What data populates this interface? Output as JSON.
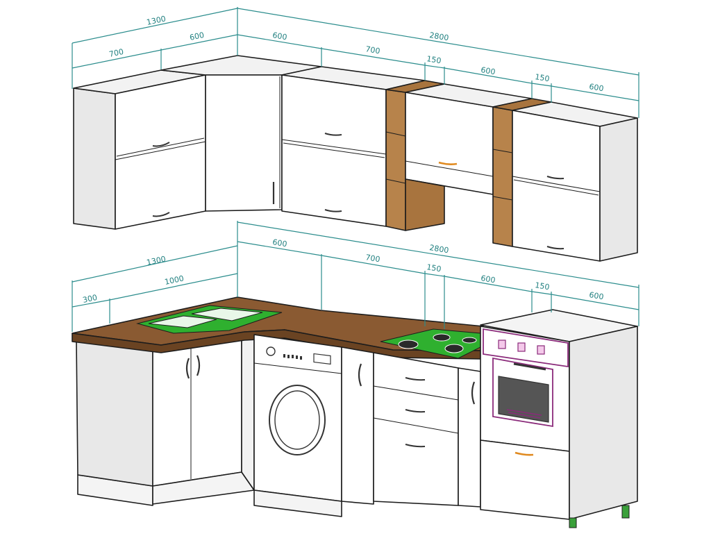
{
  "colors": {
    "dimension": "#2a8c8c",
    "cabinet_face": "#ffffff",
    "cabinet_side": "#e6e6e6",
    "cabinet_top": "#f0f0f0",
    "countertop": "#8a5a32",
    "countertop_edge": "#6a4322",
    "shelf_wood": "#a8743e",
    "sink": "#2fb02f",
    "hob": "#2fb02f",
    "oven_accent": "#8a2a7a",
    "handle_accent": "#e08a20",
    "foot": "#3aa03a"
  },
  "upper_dimensions": {
    "left_total": "1300",
    "left_a": "700",
    "left_b": "600",
    "right_total": "2800",
    "seg1": "600",
    "seg2": "700",
    "seg3": "150",
    "seg4": "600",
    "seg5": "150",
    "seg6": "600"
  },
  "lower_dimensions": {
    "left_total": "1300",
    "left_a": "300",
    "left_b": "1000",
    "right_total": "2800",
    "seg1": "600",
    "seg2": "700",
    "seg3": "150",
    "seg4": "600",
    "seg5": "150",
    "seg6": "600"
  },
  "icons": {
    "sink": "sink-icon",
    "hob": "hob-icon",
    "washing_machine": "washing-machine-icon",
    "oven": "oven-icon"
  }
}
